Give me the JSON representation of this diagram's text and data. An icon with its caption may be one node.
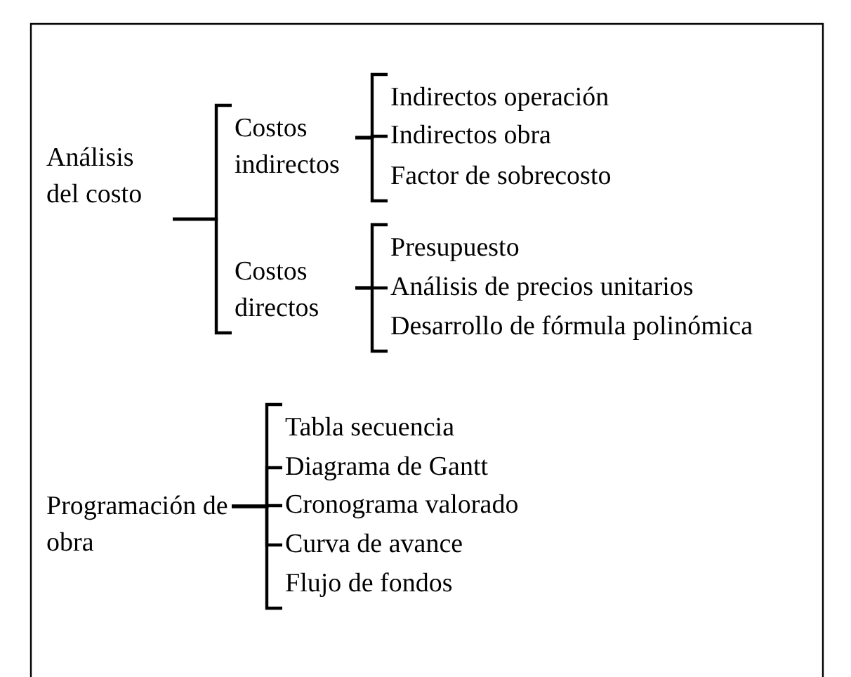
{
  "diagram": {
    "nodes": [
      {
        "text": [
          "Análisis del costo"
        ]
      },
      {
        "text": [
          "Costos indirectos"
        ]
      },
      {
        "text": [
          "Indirectos operación"
        ]
      },
      {
        "text": [
          "Indirectos obra"
        ]
      },
      {
        "text": [
          "Factor de sobrecosto"
        ]
      },
      {
        "text": [
          "Costos directos"
        ]
      },
      {
        "text": [
          "Presupuesto"
        ]
      },
      {
        "text": [
          "Análisis de precios unitarios"
        ]
      },
      {
        "text": [
          "Desarrollo de fórmula polinómica"
        ]
      },
      {
        "text": [
          "Programación de obra"
        ]
      },
      {
        "text": [
          "Tabla secuencia"
        ]
      },
      {
        "text": [
          "Diagrama de Gantt"
        ]
      },
      {
        "text": [
          "Cronograma valorado"
        ]
      },
      {
        "text": [
          "Curva de avance"
        ]
      },
      {
        "text": [
          "Flujo de fondos"
        ]
      }
    ],
    "edges": [
      {
        "from": 0,
        "to": 1,
        "arrow": "none"
      },
      {
        "from": 0,
        "to": 5,
        "arrow": "none"
      },
      {
        "from": 1,
        "to": 2,
        "arrow": "none"
      },
      {
        "from": 1,
        "to": 3,
        "arrow": "none"
      },
      {
        "from": 1,
        "to": 4,
        "arrow": "none"
      },
      {
        "from": 5,
        "to": 6,
        "arrow": "none"
      },
      {
        "from": 5,
        "to": 7,
        "arrow": "none"
      },
      {
        "from": 5,
        "to": 8,
        "arrow": "none"
      },
      {
        "from": 9,
        "to": 10,
        "arrow": "none"
      },
      {
        "from": 9,
        "to": 11,
        "arrow": "none"
      },
      {
        "from": 9,
        "to": 12,
        "arrow": "none"
      },
      {
        "from": 9,
        "to": 13,
        "arrow": "none"
      },
      {
        "from": 9,
        "to": 14,
        "arrow": "none"
      }
    ]
  }
}
